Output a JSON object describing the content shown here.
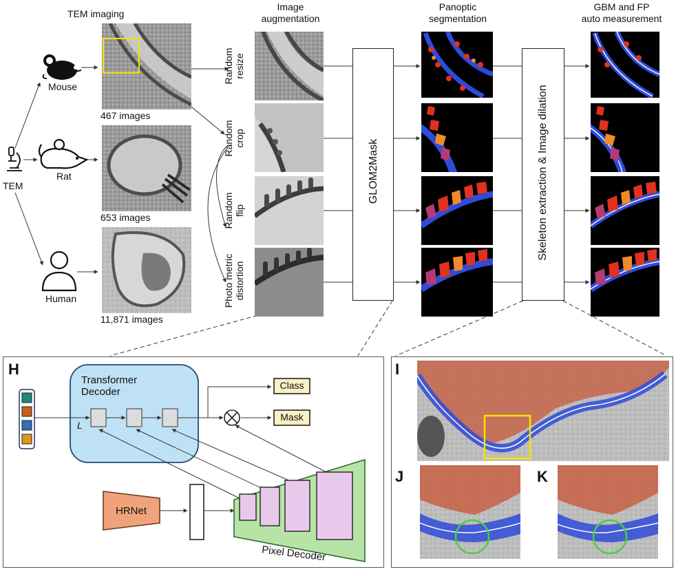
{
  "top": {
    "tem_imaging": "TEM imaging",
    "image_augmentation": [
      "Image",
      "augmentation"
    ],
    "panoptic_segmentation": [
      "Panoptic",
      "segmentation"
    ],
    "gbm_fp": [
      "GBM and FP",
      "auto measurement"
    ],
    "tem_label": "TEM",
    "species": [
      {
        "name": "Mouse",
        "count": "467 images"
      },
      {
        "name": "Rat",
        "count": "653 images"
      },
      {
        "name": "Human",
        "count": "11,871 images"
      }
    ],
    "augmentations": [
      [
        "Random",
        "resize"
      ],
      [
        "Random",
        "crop"
      ],
      [
        "Random",
        "flip"
      ],
      [
        "Photo metric",
        "distortion"
      ]
    ],
    "glom2mask": "GLOM2Mask",
    "skeleton": "Skeleton extraction & Image dilation"
  },
  "panel_h": {
    "letter": "H",
    "transformer_decoder": [
      "Transformer",
      "Decoder"
    ],
    "l_label": "L",
    "class": "Class",
    "mask": "Mask",
    "hrnet": "HRNet",
    "pixel_decoder": "Pixel Decoder",
    "query_colors": [
      "#1f8a7a",
      "#c9601e",
      "#2f6fb5",
      "#d99a1a"
    ]
  },
  "panel_i": {
    "letter": "I"
  },
  "panel_j": {
    "letter": "J"
  },
  "panel_k": {
    "letter": "K"
  },
  "colors": {
    "decoder_fill": "#bfe1f5",
    "pixel_decoder_fill": "#b7e4a6",
    "hrnet_fill": "#f0a37a",
    "label_fill": "#fbefc5",
    "membrane_blue": "#2f4bd8",
    "podocyte_red": "#e0321e",
    "highlight_yellow": "#f5e400",
    "circle_green": "#49d13a"
  }
}
